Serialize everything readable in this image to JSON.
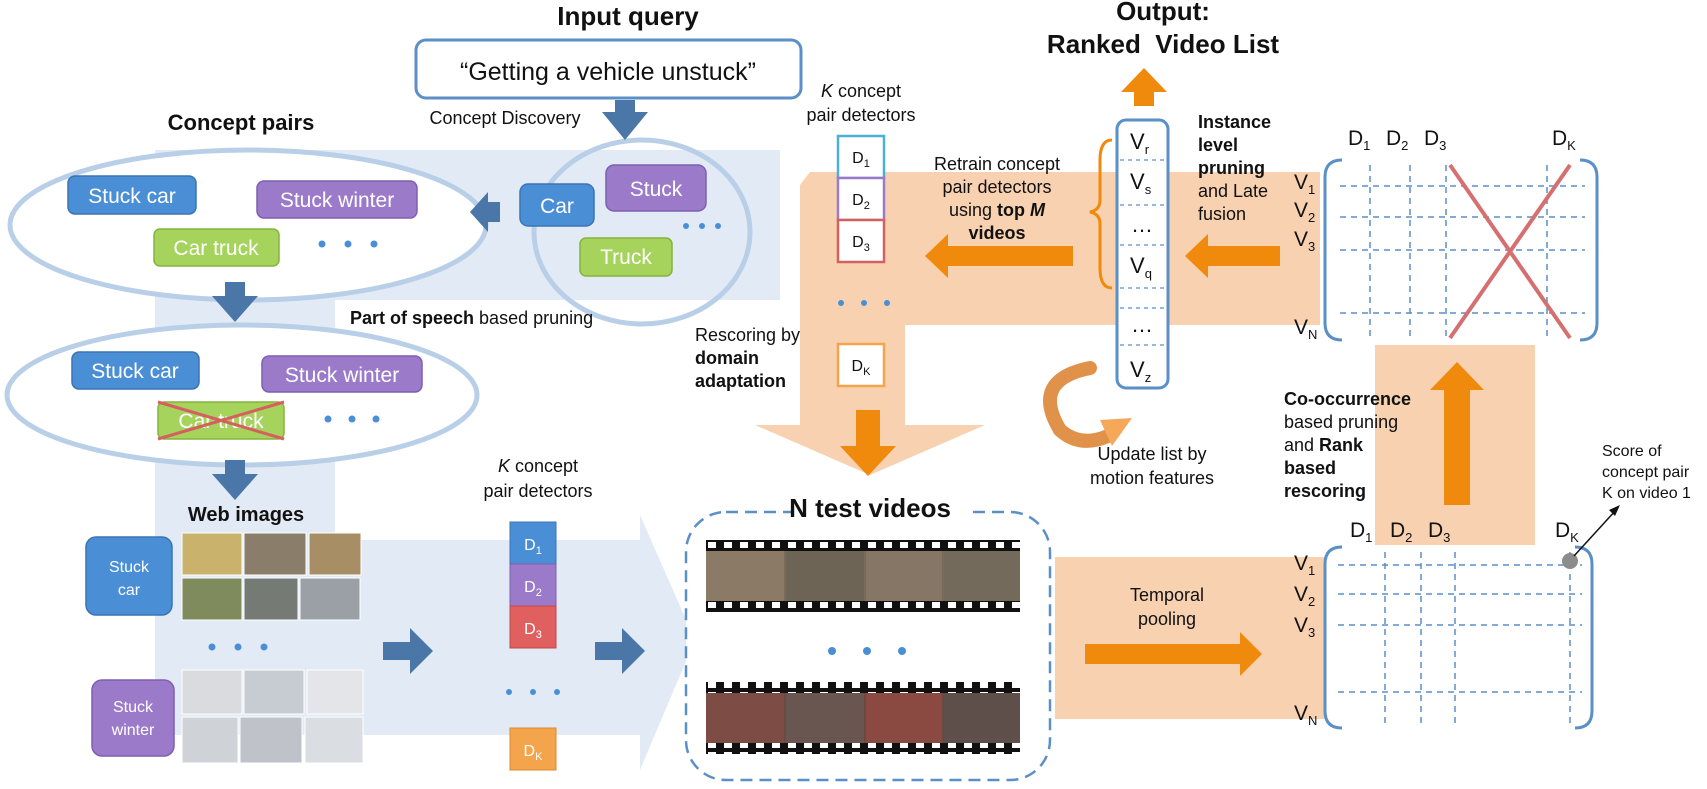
{
  "input_query": {
    "title": "Input query",
    "text": "“Getting a vehicle unstuck”",
    "concept_discovery": "Concept Discovery"
  },
  "concepts": {
    "car": "Car",
    "stuck": "Stuck",
    "truck": "Truck"
  },
  "concept_pairs": {
    "title": "Concept pairs",
    "stuck_car": "Stuck car",
    "stuck_winter": "Stuck winter",
    "car_truck": "Car truck",
    "pos_pruning_bold": "Part of speech",
    "pos_pruning_rest": " based pruning"
  },
  "web_images": {
    "title": "Web images",
    "stuck_car_line1": "Stuck",
    "stuck_car_line2": "car",
    "stuck_winter_line1": "Stuck",
    "stuck_winter_line2": "winter"
  },
  "detectors": {
    "k_label": "K",
    "label_rest": " concept",
    "label_line2": "pair detectors",
    "d": "D",
    "subs": [
      "1",
      "2",
      "3",
      "K"
    ]
  },
  "test_videos": {
    "title": "N test videos"
  },
  "temporal_pooling": {
    "line1": "Temporal",
    "line2": "pooling"
  },
  "matrix": {
    "d": "D",
    "v": "V",
    "col_subs": [
      "1",
      "2",
      "3",
      "K"
    ],
    "row_subs": [
      "1",
      "2",
      "3",
      "N"
    ],
    "score_line1": "Score of",
    "score_line2": "concept pair",
    "score_line3": "K on video 1"
  },
  "cooccurrence": {
    "line1_bold": "Co-occurrence",
    "line2": "based pruning",
    "line3_pre": "and ",
    "line3_bold": "Rank",
    "line4_bold": "based",
    "line5_bold": "rescoring"
  },
  "instance_pruning": {
    "line1_bold": "Instance",
    "line2_bold": "level",
    "line3_bold": "pruning",
    "line4": "and Late",
    "line5": "fusion"
  },
  "ranked_list": {
    "title_line1": "Output:",
    "title_line2": "Ranked  Video List",
    "v": "V",
    "subs": [
      "r",
      "s",
      "q",
      "z"
    ],
    "dots": "…"
  },
  "retrain": {
    "line1": "Retrain concept",
    "line2": "pair detectors",
    "line3_pre": "using ",
    "line3_bold": "top ",
    "line3_bold_italic": "M",
    "line4_bold": "videos"
  },
  "rescoring": {
    "line1": "Rescoring by",
    "line2_bold": "domain",
    "line3_bold": "adaptation"
  },
  "update_list": {
    "line1": "Update list by",
    "line2": "motion features"
  },
  "colors": {
    "blue_pill": "#4a8fd6",
    "purple_pill": "#9b7bc9",
    "green_pill": "#a6d35c",
    "red_pill": "#e06060",
    "orange_pill": "#f4a44a",
    "orange_arrow": "#f08a0c",
    "peach": "#f7c9a2",
    "light_blue": "#dde7f3",
    "steel_blue": "#4a77a8"
  }
}
